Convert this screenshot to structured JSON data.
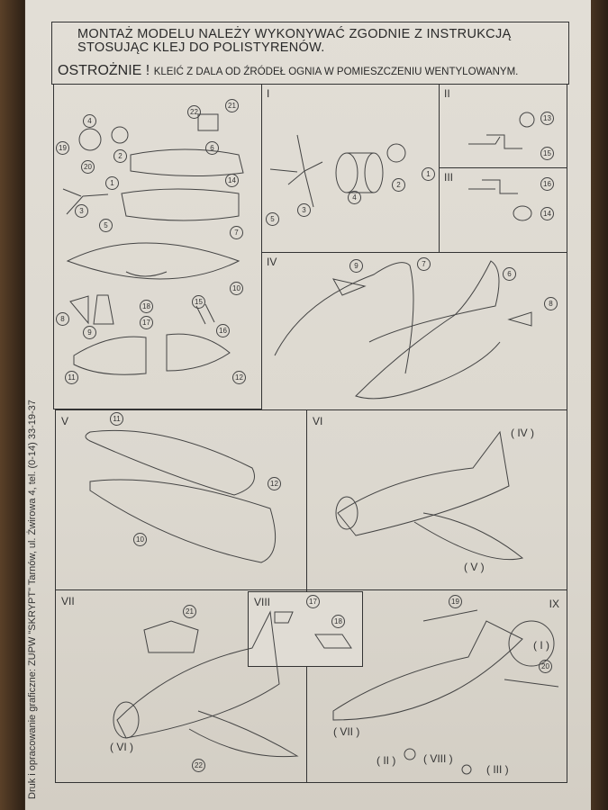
{
  "header": {
    "line1": "MONTAŻ MODELU NALEŻY WYKONYWAĆ ZGODNIE Z INSTRUKCJĄ",
    "line2": "STOSUJĄC KLEJ DO POLISTYRENÓW.",
    "warning_big": "OSTROŻNIE !",
    "warning_small": "KLEIĆ Z DALA OD ŹRÓDEŁ OGNIA W POMIESZCZENIU WENTYLOWANYM."
  },
  "side_text": "Druk i opracowanie graficzne: ZUPW \"SKRYPT\" Tarnów, ul. Żwirowa 4, tel. (0-14) 33-19-37",
  "steps": {
    "I": "I",
    "II": "II",
    "III": "III",
    "IV": "IV",
    "V": "V",
    "VI": "VI",
    "VII": "VII",
    "VIII": "VIII",
    "IX": "IX"
  },
  "parts": [
    "1",
    "2",
    "3",
    "4",
    "5",
    "6",
    "7",
    "8",
    "9",
    "10",
    "11",
    "12",
    "13",
    "14",
    "15",
    "16",
    "17",
    "18",
    "19",
    "20",
    "21",
    "22"
  ],
  "refs": {
    "iv": "( IV )",
    "v": "( V )",
    "vi": "( VI )",
    "vii": "( VII )",
    "i": "( I )",
    "ii": "( II )",
    "viii": "( VIII )",
    "iii": "( III )"
  }
}
